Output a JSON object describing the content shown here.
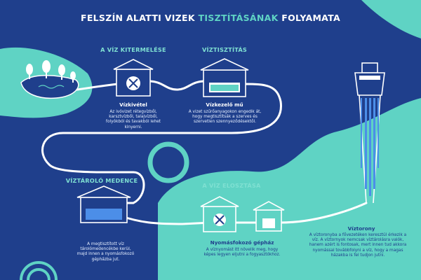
{
  "title": {
    "part1": "FELSZÍN ALATTI VIZEK ",
    "highlight": "TISZTÍTÁSÁNAK",
    "part2": " FOLYAMATA"
  },
  "sections": {
    "kitermeles": "A VÍZ KITERMELÉSE",
    "viztisztitas": "VÍZTISZTÍTÁS",
    "tarolo": "VÍZTÁROLÓ MEDENCE",
    "elosztas": "A VÍZ ELOSZTÁSA"
  },
  "steps": {
    "vizkivetel": {
      "title": "Vízkivétel",
      "desc": "Az ivóvizet rétegvízből, karsztvízből, talajvízből, folyókból és tavakból lehet kinyerni."
    },
    "vizkezelo": {
      "title": "Vízkezelő mű",
      "desc": "A vizet szűrőanyagokon engedik át, hogy megtisztítsák a szerves és szervetlen szennyeződésektől."
    },
    "tarolo": {
      "desc": "A megtisztított víz tárolómedencékbe kerül, majd innen a nyomásfokozó gépházba jut."
    },
    "nyomasfokozo": {
      "title": "Nyomásfokozó gépház",
      "desc": "A víznyomást itt növelik meg, hogy képes legyen eljutni a fogyasztókhoz."
    },
    "viztorony": {
      "title": "Víztorony",
      "desc": "A víztoronyba a fővezetéken keresztül érkezik a víz. A víztornyok nemcsak víztárolásra valók, hanem azért is fontosak, mert innen tud akkora nyomással továbbfolyni a víz, hogy a magas házakba is fel tudjon jutni."
    }
  },
  "colors": {
    "background": "#1f3f8c",
    "teal": "#5fd3c4",
    "pipe": "#ffffff",
    "water": "#4c8ee8"
  }
}
